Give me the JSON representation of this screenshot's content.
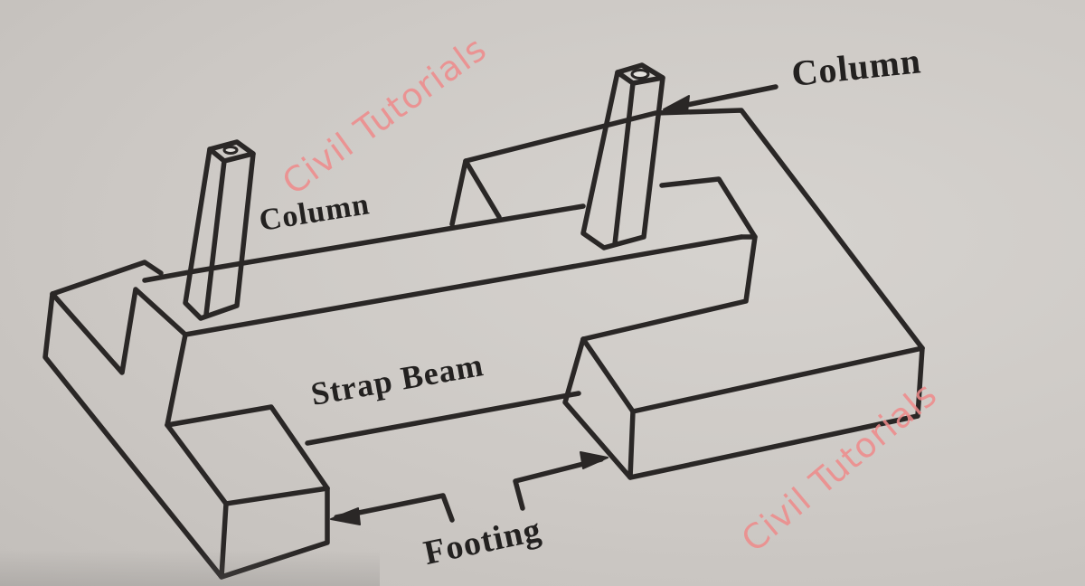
{
  "figure": {
    "subject": "Strap footing isometric sketch",
    "ink_color": "#2a2726",
    "paper_color": "#d2cfcb",
    "watermark_color": "#ef8a8a"
  },
  "labels": {
    "column_left": "Column",
    "column_right": "Column",
    "strap_beam": "Strap Beam",
    "footing": "Footing"
  },
  "watermarks": [
    {
      "text": "Civil Tutorials"
    },
    {
      "text": "Civil Tutorials"
    }
  ]
}
